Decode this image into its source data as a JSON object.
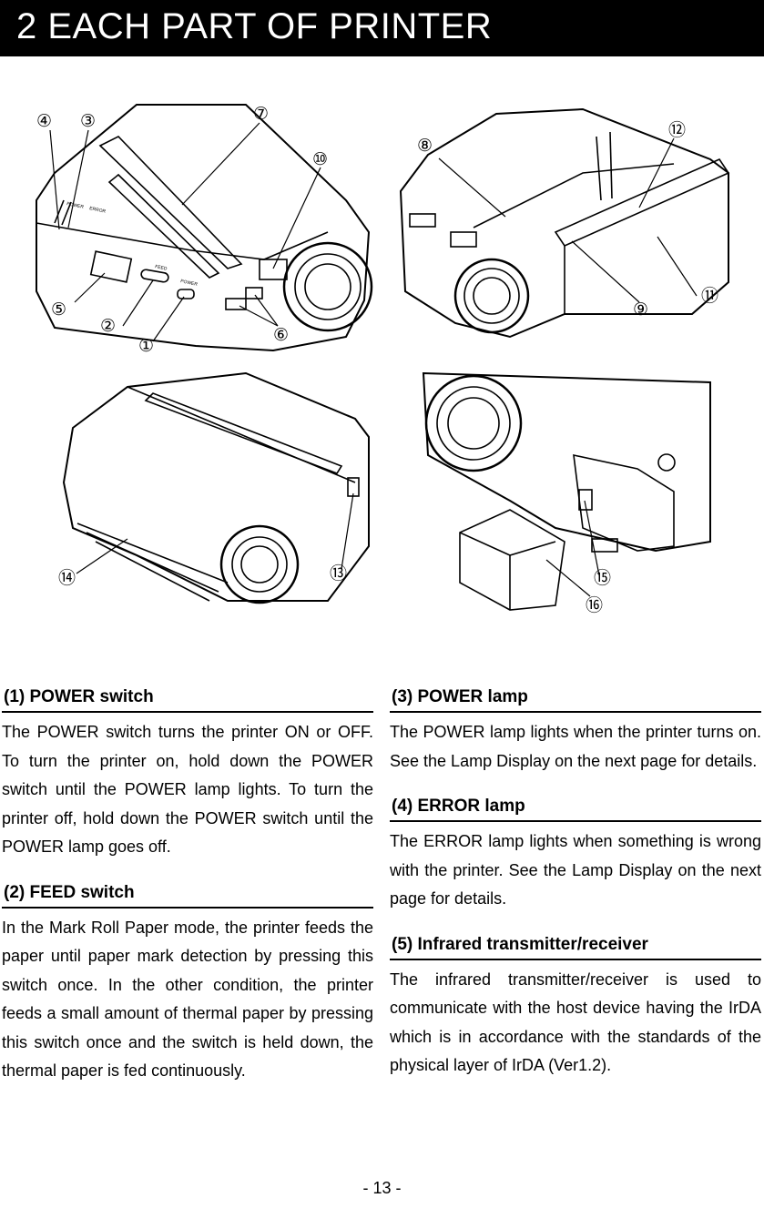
{
  "header": {
    "title": "2  EACH PART OF PRINTER"
  },
  "figure": {
    "callouts": {
      "c1": "①",
      "c2": "②",
      "c3": "③",
      "c4": "④",
      "c5": "⑤",
      "c6": "⑥",
      "c7": "⑦",
      "c8": "⑧",
      "c9": "⑨",
      "c10": "⑩",
      "c11": "⑪",
      "c12": "⑫",
      "c13": "⑬",
      "c14": "⑭",
      "c15": "⑮",
      "c16": "⑯"
    },
    "printed_labels": [
      "POWER",
      "ERROR",
      "FEED",
      "POWER"
    ]
  },
  "sections": {
    "power_switch": {
      "heading": "(1) POWER switch",
      "body": "The POWER switch turns the printer ON or OFF.  To turn the printer on, hold down the POWER switch until the POWER lamp lights.  To turn the printer off, hold down the POWER switch until the POWER lamp goes off."
    },
    "feed_switch": {
      "heading": "(2) FEED switch",
      "body": "In the Mark Roll Paper mode, the printer feeds the paper until paper mark detection by pressing this switch once. In the other condition, the printer feeds a small amount of thermal paper by pressing this switch once and the switch is held down, the thermal paper is fed continuously."
    },
    "power_lamp": {
      "heading": "(3) POWER lamp",
      "body": "The POWER lamp lights when the printer turns on.  See the Lamp Display on the next page for details."
    },
    "error_lamp": {
      "heading": "(4) ERROR lamp",
      "body": "The ERROR lamp lights when something is wrong with the printer.  See the Lamp Display on the next page for details."
    },
    "infrared": {
      "heading": "(5) Infrared transmitter/receiver",
      "body": "The infrared transmitter/receiver is used to communicate with the host device having the IrDA which is in accordance with the standards of the physical layer of IrDA (Ver1.2)."
    }
  },
  "footer": {
    "page_number": "- 13 -"
  }
}
